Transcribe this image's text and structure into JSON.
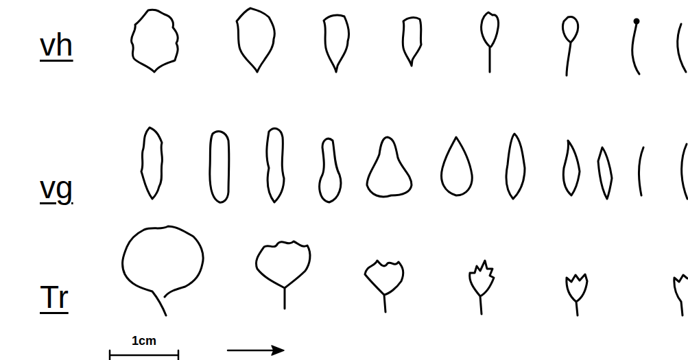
{
  "diagram": {
    "labels": [
      "vh",
      "vg",
      "Tr",
      "1cm"
    ]
  }
}
